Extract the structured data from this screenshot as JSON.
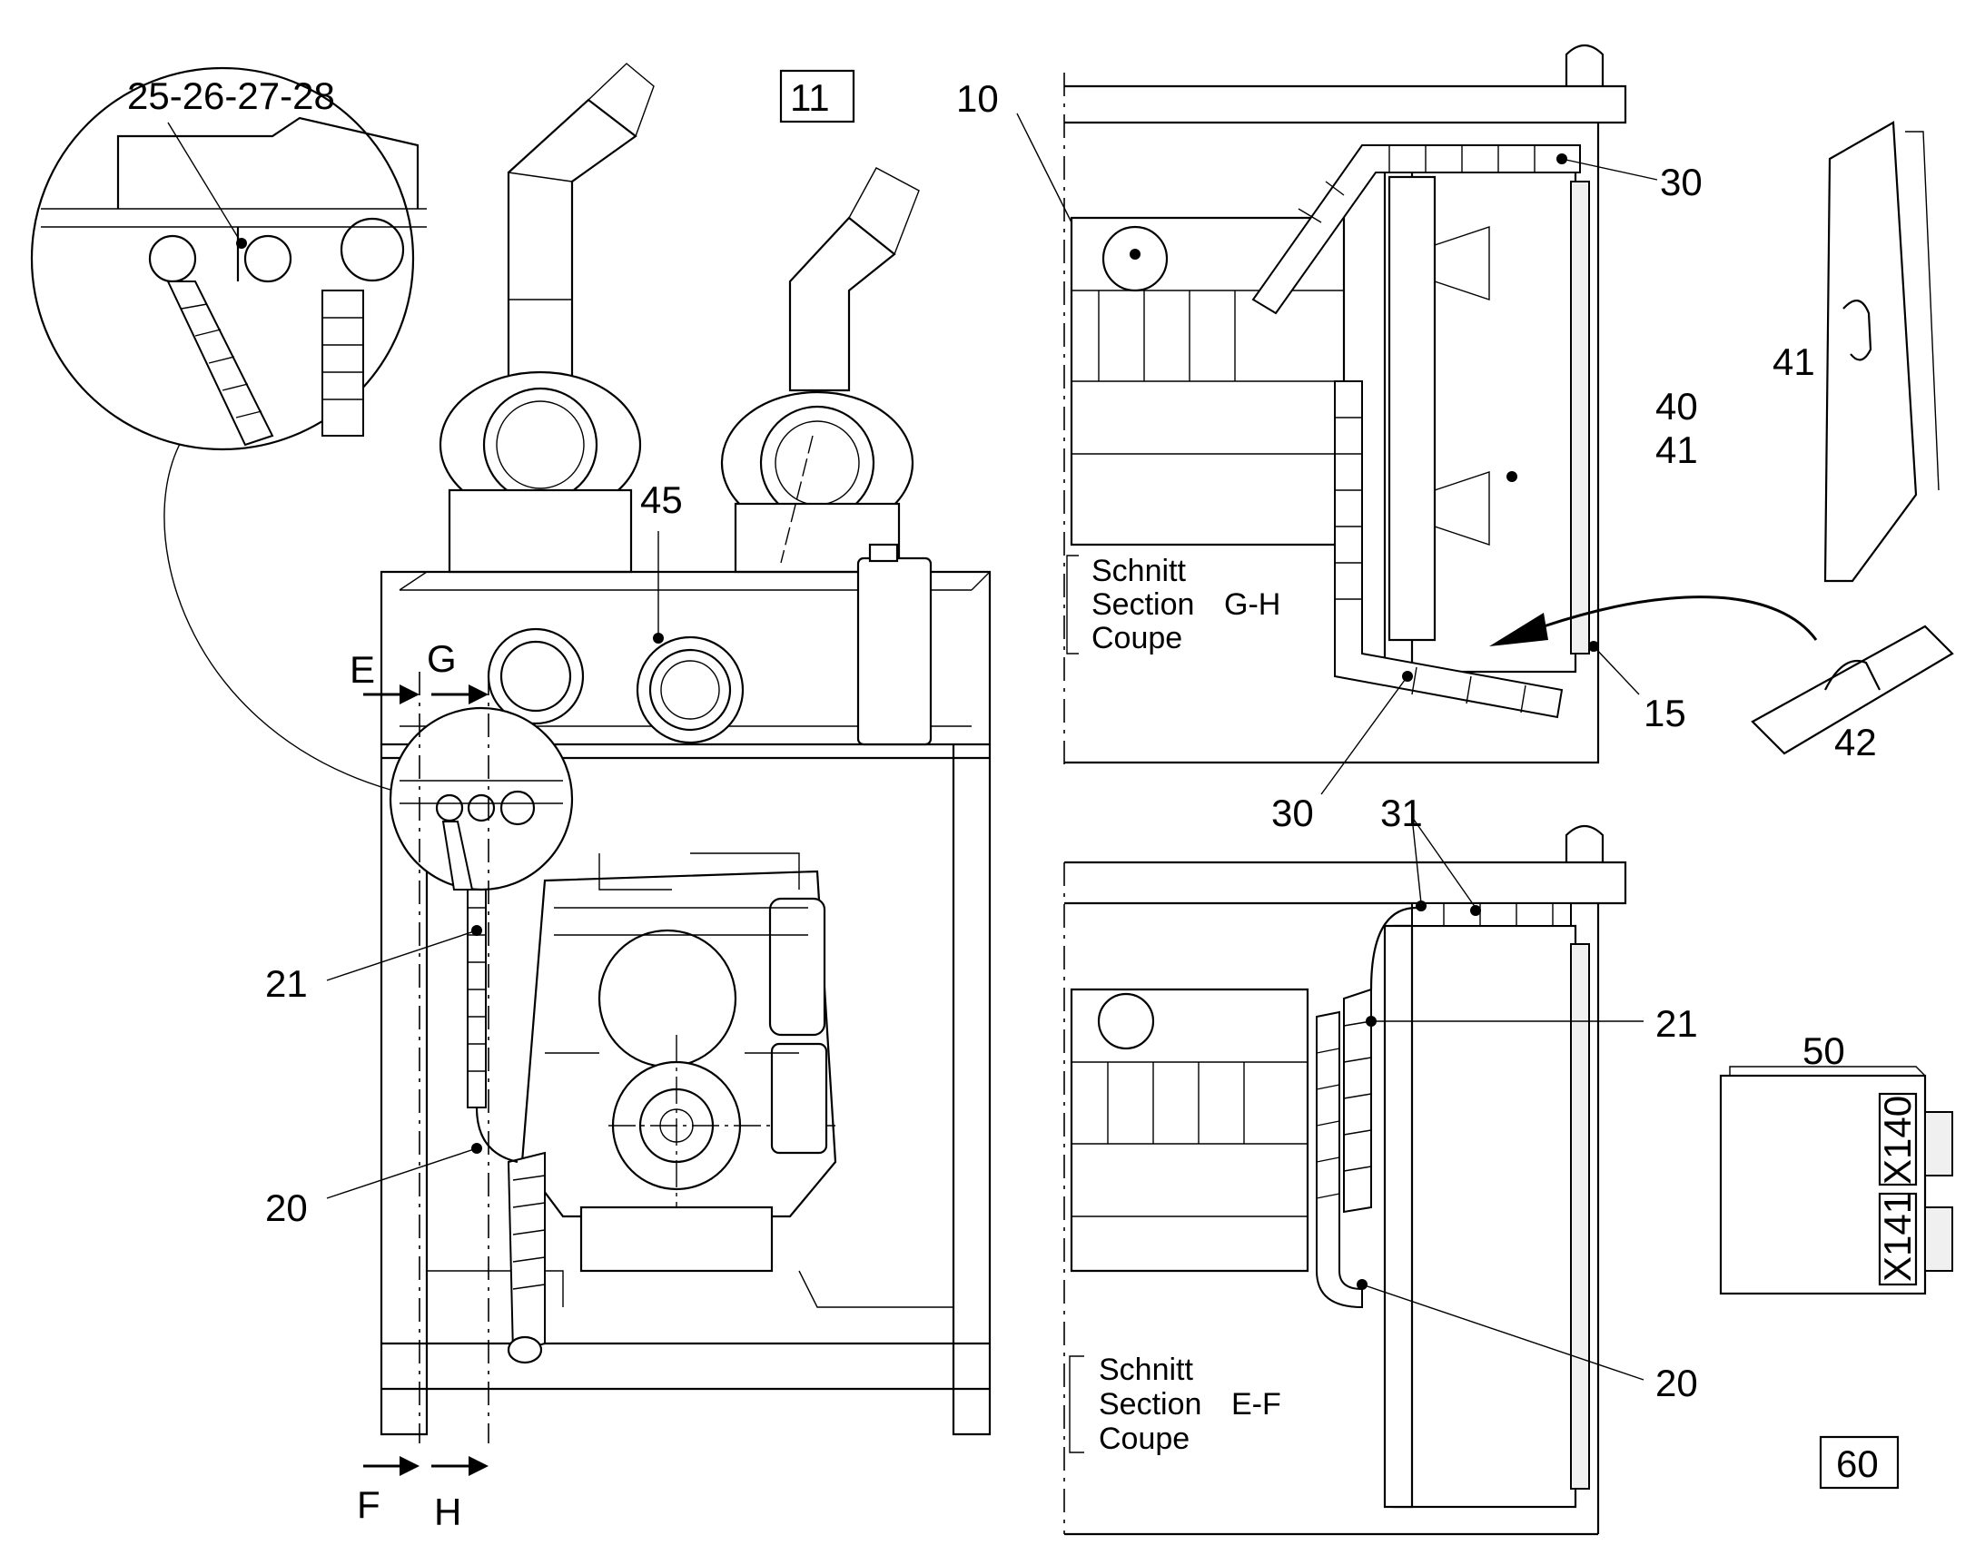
{
  "diagram": {
    "box_labels": {
      "top_center": "11",
      "bottom_right": "60"
    },
    "detail_callout": "25-26-27-28",
    "section_arrows": {
      "e": "E",
      "g": "G",
      "f": "F",
      "h": "H"
    },
    "section_gh": {
      "line1": "Schnitt",
      "line2": "Section",
      "line3": "Coupe",
      "tag": "G-H"
    },
    "section_ef": {
      "line1": "Schnitt",
      "line2": "Section",
      "line3": "Coupe",
      "tag": "E-F"
    },
    "callouts": {
      "c10": "10",
      "c30_top": "30",
      "c30_bottom": "30",
      "c40": "40",
      "c41_right": "41",
      "c41_panel": "41",
      "c15": "15",
      "c42": "42",
      "c45": "45",
      "c21_left": "21",
      "c20_left": "20",
      "c31": "31",
      "c21_right": "21",
      "c20_right": "20",
      "c50": "50"
    },
    "connector_labels": {
      "x140": "X140",
      "x141": "X141"
    }
  }
}
